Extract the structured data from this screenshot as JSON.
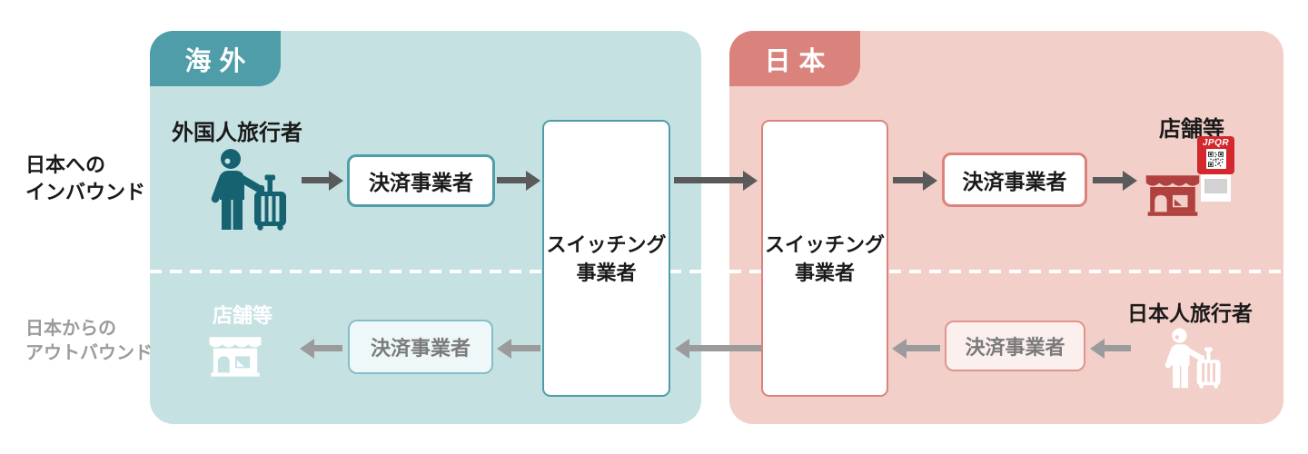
{
  "side_labels": {
    "inbound": [
      "日本への",
      "インバウンド"
    ],
    "outbound": [
      "日本からの",
      "アウトバウンド"
    ]
  },
  "regions": {
    "overseas": {
      "tab": "海外"
    },
    "japan": {
      "tab": "日本"
    }
  },
  "overseas": {
    "traveler_label": "外国人旅行者",
    "psp_top": "決済事業者",
    "psp_bottom": "決済事業者",
    "switching": {
      "line1": "スイッチング",
      "line2": "事業者"
    },
    "store_label": "店舗等"
  },
  "japan": {
    "psp_top": "決済事業者",
    "psp_bottom": "決済事業者",
    "switching": {
      "line1": "スイッチング",
      "line2": "事業者"
    },
    "store_label": "店舗等",
    "jpqr_logo": "JPQR",
    "traveler_label": "日本人旅行者"
  },
  "colors": {
    "overseas_accent": "#4f9da9",
    "overseas_bg": "#c6e1e2",
    "overseas_icon": "#176271",
    "japan_accent": "#d9837c",
    "japan_bg": "#f2cfc8",
    "store_red": "#b0413e",
    "jpqr_red": "#d2282e",
    "arrow_dark": "#5a5a5a",
    "arrow_gray": "#9b9b9b",
    "outbound_text_gray": "#9b9b9b"
  }
}
